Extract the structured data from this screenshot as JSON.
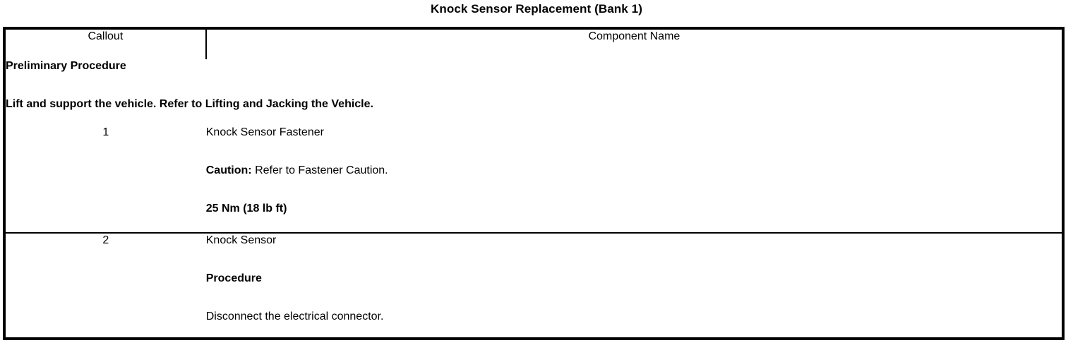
{
  "document": {
    "title": "Knock Sensor Replacement (Bank 1)"
  },
  "table": {
    "headers": {
      "callout": "Callout",
      "component_name": "Component Name"
    },
    "preliminary": {
      "heading": "Preliminary Procedure",
      "text": "Lift and support the vehicle. Refer to Lifting and Jacking the Vehicle."
    },
    "rows": [
      {
        "callout": "1",
        "name": "Knock Sensor Fastener",
        "caution_label": "Caution:",
        "caution_text": " Refer to Fastener Caution.",
        "torque": "25 Nm (18 lb ft)"
      },
      {
        "callout": "2",
        "name": "Knock Sensor",
        "procedure_label": "Procedure",
        "procedure_step": "Disconnect the electrical connector."
      }
    ]
  },
  "colors": {
    "border": "#000000",
    "text": "#000000",
    "background": "#ffffff"
  }
}
